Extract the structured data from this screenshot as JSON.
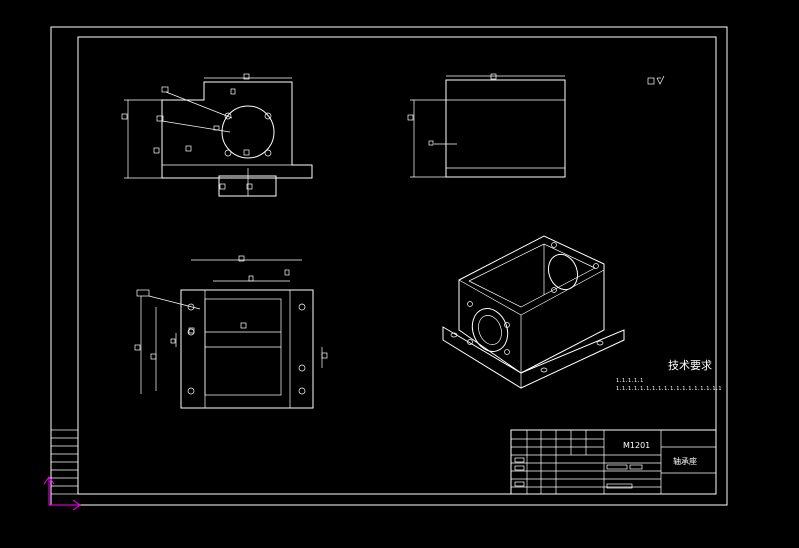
{
  "drawing": {
    "tech_requirements_title": "技术要求",
    "tech_line_1": "1.1.1.1.1",
    "tech_line_2": "1.1.1.1.1.1.1.1.1.1.1.1.1.1.1.1.1.1",
    "title_block_part_code": "M1201",
    "title_block_name": "轴承座",
    "colors": {
      "background": "#000000",
      "lines": "#ffffff",
      "ucs_icon": "#ff00ff"
    }
  }
}
